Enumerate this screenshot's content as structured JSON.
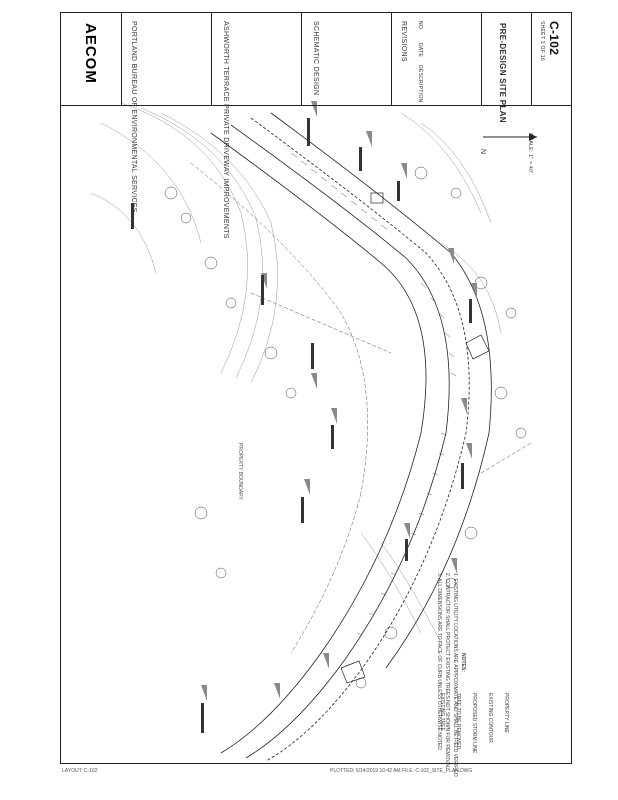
{
  "logo": {
    "text": "AECOM"
  },
  "firm_address": "",
  "project": {
    "owner_block": "PORTLAND BUREAU OF ENVIRONMENTAL SERVICES",
    "project_name": "ASHWORTH TERRACE PRIVATE DRIVEWAY IMPROVEMENTS",
    "phase": "SCHEMATIC DESIGN"
  },
  "sheet": {
    "title": "PRE-DESIGN SITE PLAN",
    "number": "C-102",
    "subtitle": "SHEET 3 OF 16"
  },
  "revisions": {
    "header": "REVISIONS",
    "columns": [
      "NO.",
      "DATE",
      "DESCRIPTION"
    ]
  },
  "notes_header": "NOTES:",
  "notes": [
    "1. EXISTING UTILITY LOCATIONS ARE APPROXIMATE AND SHALL BE FIELD VERIFIED",
    "2. CONTRACTOR SHALL PROTECT EXISTING TREES NOT SHOWN FOR REMOVAL",
    "3. ALL DIMENSIONS ARE TO FACE OF CURB UNLESS OTHERWISE NOTED"
  ],
  "legend_items": [
    "EXISTING TREE",
    "TREE TO BE REMOVED",
    "PROPOSED STORM LINE",
    "EXISTING CONTOUR",
    "PROPERTY LINE"
  ],
  "north_arrow": {
    "label": "N"
  },
  "scale_text": "SCALE: 1\" = 40'",
  "footer_left": "LAYOUT: C-102",
  "footer_right": "PLOTTED: 6/14/2019 10:42 AM   FILE: C-102_SITE_PLAN.DWG",
  "colors": {
    "ink": "#222222",
    "shade": "#8a8a8a"
  }
}
